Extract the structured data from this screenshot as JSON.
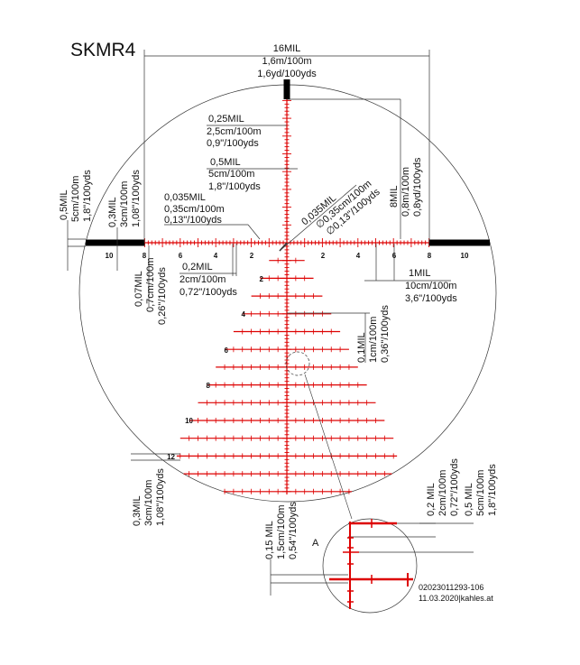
{
  "title": "SKMR4",
  "colors": {
    "reticle": "#dd0000",
    "lines": "#333333",
    "post": "#000000"
  },
  "top_dim": [
    "16MIL",
    "1,6m/100m",
    "1,6yd/100yds"
  ],
  "dim_025": [
    "0,25MIL",
    "2,5cm/100m",
    "0,9\"/100yds"
  ],
  "dim_05": [
    "0,5MIL",
    "5cm/100m",
    "1,8\"/100yds"
  ],
  "dim_0035_left": [
    "0,035MIL",
    "0,35cm/100m",
    "0,13\"/100yds"
  ],
  "dim_0035_diag": [
    "0,035MIL",
    "∅0,35cm/100m",
    "∅0,13\"/100yds"
  ],
  "dim_8mil": [
    "8MIL",
    "0,8m/100m",
    "0,8yd/100yds"
  ],
  "dim_left_05": [
    "0,5MIL",
    "5cm/100m",
    "1,8\"/100yds"
  ],
  "dim_left_03": [
    "0,3MIL",
    "3cm/100m",
    "1,08\"/100yds"
  ],
  "dim_007": [
    "0,07MIL",
    "0,7cm/100m",
    "0,26\"/100yds"
  ],
  "dim_02": [
    "0,2MIL",
    "2cm/100m",
    "0,72\"/100yds"
  ],
  "dim_1mil": [
    "1MIL",
    "10cm/100m",
    "3,6\"/100yds"
  ],
  "dim_01": [
    "0,1MIL",
    "1cm/100m",
    "0,36\"/100yds"
  ],
  "dim_03_low": [
    "0,3MIL",
    "3cm/100m",
    "1,08\"/100yds"
  ],
  "dim_015": [
    "0,15 MIL",
    "1,5cm/100m",
    "0,54\"/100yds"
  ],
  "dim_02_detail": [
    "0,2 MIL",
    "2cm/100m",
    "0,72\"/100yds"
  ],
  "dim_05_detail": [
    "0,5 MIL",
    "5cm/100m",
    "1,8\"/100yds"
  ],
  "detail_label": "A",
  "horizontal_numbers": [
    "10",
    "8",
    "6",
    "4",
    "2",
    "2",
    "4",
    "6",
    "8",
    "10"
  ],
  "vertical_numbers": [
    "2",
    "4",
    "6",
    "8",
    "10",
    "12"
  ],
  "footer": [
    "02023011293-106",
    "11.03.2020|kahles.at"
  ]
}
